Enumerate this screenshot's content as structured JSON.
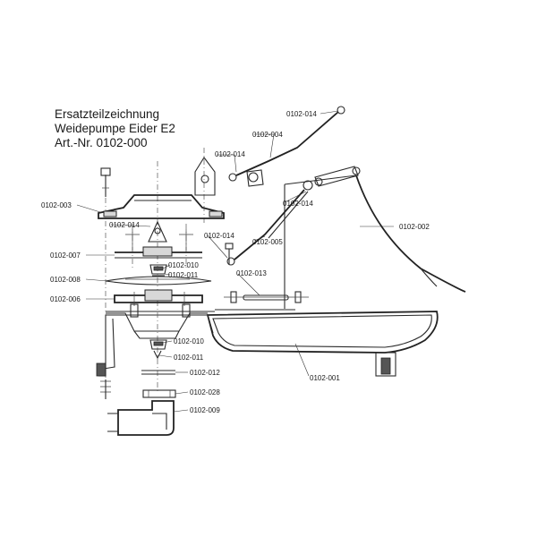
{
  "title": {
    "line1": "Ersatzteilzeichnung",
    "line2": "Weidepumpe Eider E2",
    "line3": "Art.-Nr. 0102-000"
  },
  "labels": {
    "p001": "0102-001",
    "p002": "0102-002",
    "p003": "0102-003",
    "p004": "0102-004",
    "p005": "0102-005",
    "p006": "0102-006",
    "p007": "0102-007",
    "p008": "0102-008",
    "p009": "0102-009",
    "p010a": "0102-010",
    "p010b": "0102-010",
    "p011a": "0102-011",
    "p011b": "0102-011",
    "p012": "0102-012",
    "p013": "0102-013",
    "p014a": "0102-014",
    "p014b": "0102-014",
    "p014c": "0102-014",
    "p014d": "0102-014",
    "p014e": "0102-014",
    "p028": "0102-028"
  }
}
